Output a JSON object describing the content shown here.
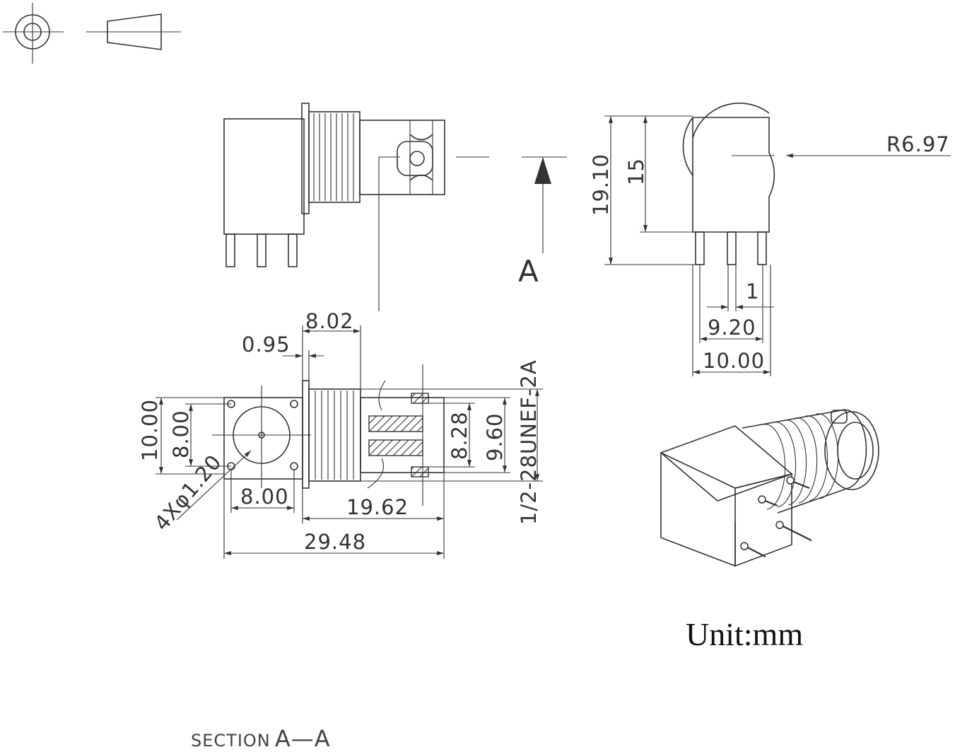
{
  "dimensions": {
    "d_8_02": "8.02",
    "d_0_95": "0.95",
    "d_10_00_left": "10.00",
    "d_8_00_vert": "8.00",
    "d_4x": "4Xφ1.20",
    "d_8_00_horiz": "8.00",
    "d_19_62": "19.62",
    "d_29_48": "29.48",
    "d_8_28": "8.28",
    "d_9_60": "9.60",
    "thread": "1/2-28UNEF-2A",
    "d_19_10": "19.10",
    "d_15": "15",
    "d_r697": "R6.97",
    "d_1": "1",
    "d_9_20": "9.20",
    "d_10_00_bottom": "10.00"
  },
  "section_marker": "A",
  "unit_label": "Unit:mm",
  "section_label_prefix": "SECTION",
  "section_label_suffix": "A—A"
}
